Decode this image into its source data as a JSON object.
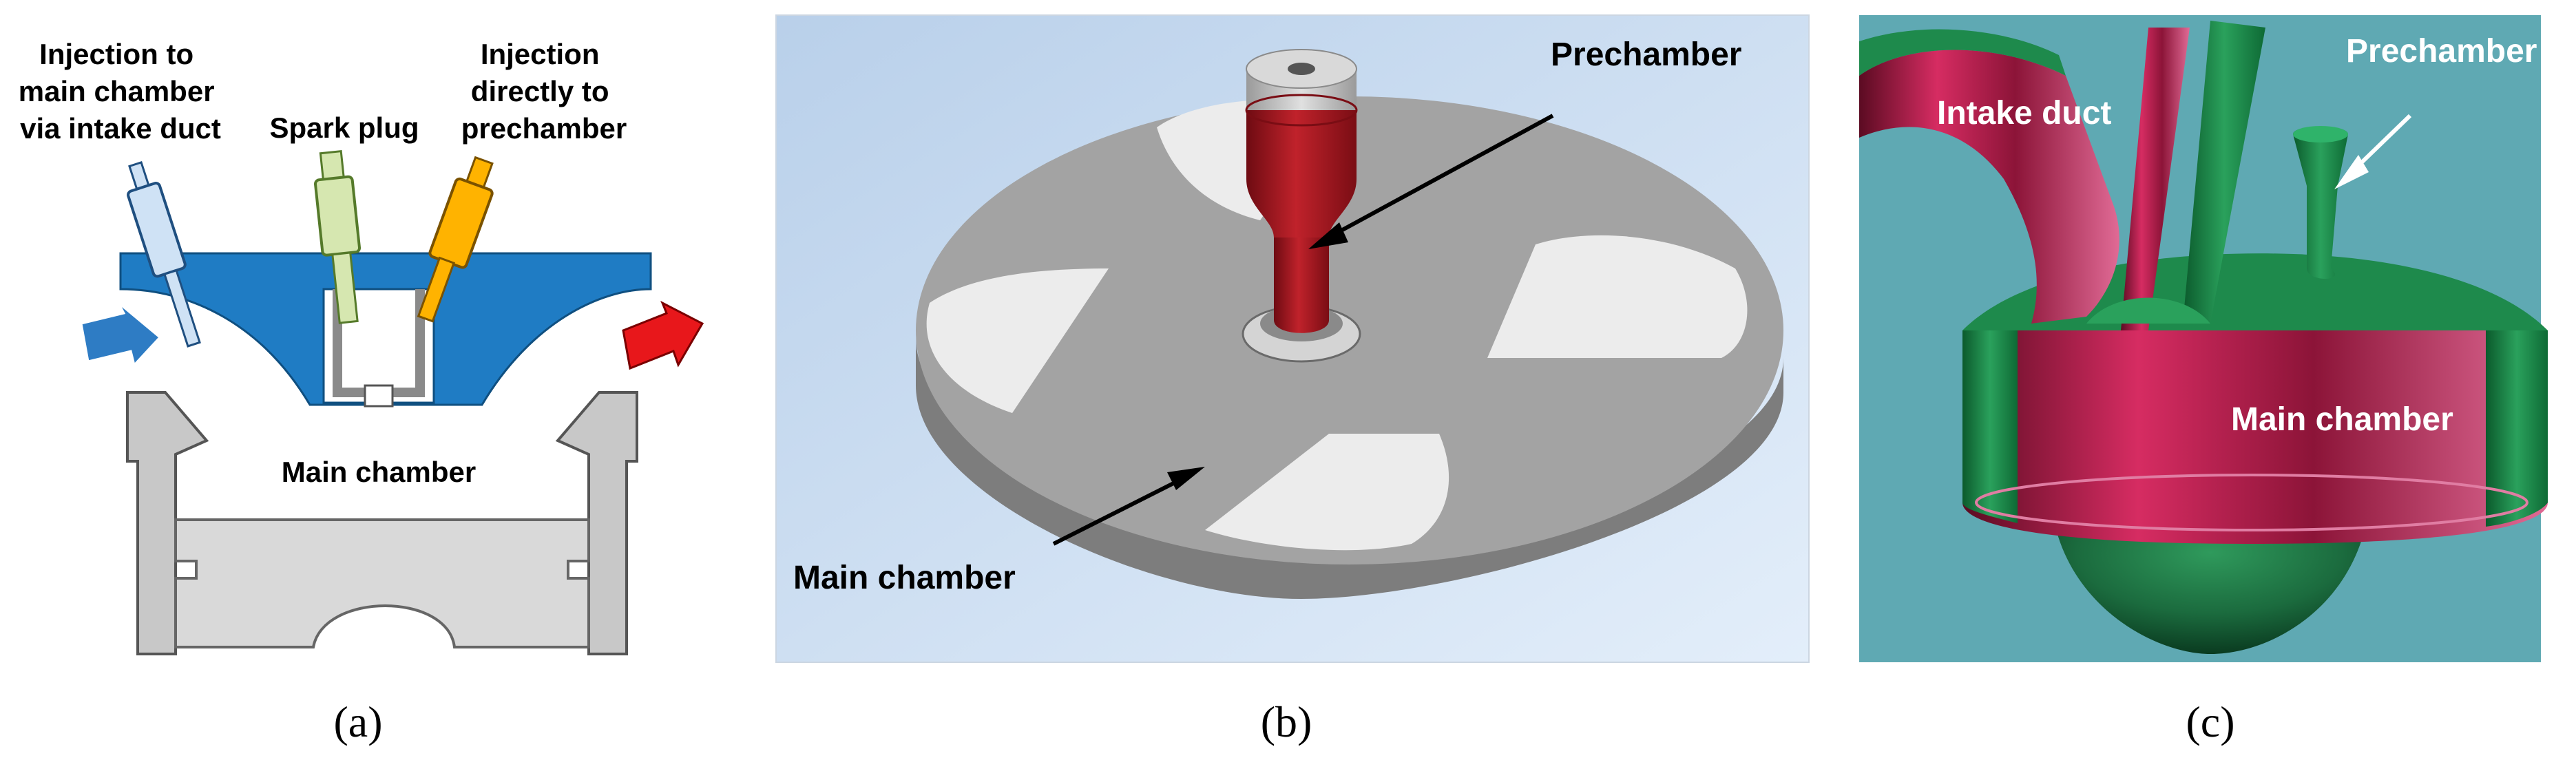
{
  "panel_a": {
    "label_injection_main": [
      "Injection to",
      "main chamber",
      "via intake duct"
    ],
    "label_spark_plug": "Spark plug",
    "label_injection_pre": [
      "Injection",
      "directly to",
      "prechamber"
    ],
    "label_main_chamber": "Main chamber",
    "caption": "(a)"
  },
  "panel_b": {
    "label_prechamber": "Prechamber",
    "label_main_chamber": "Main chamber",
    "caption": "(b)"
  },
  "panel_c": {
    "label_intake_duct": "Intake duct",
    "label_prechamber": "Prechamber",
    "label_main_chamber": "Main chamber",
    "caption": "(c)"
  },
  "colors": {
    "head_blue": "#1f7cc4",
    "injector_main": "#cfe2f5",
    "spark_plug": "#d6e7b0",
    "injector_pre": "#ffb300",
    "exhaust_arrow": "#e8171b",
    "intake_arrow": "#2e7cc4",
    "disc_gray": "#a3a3a3",
    "prechamber_red": "#a3121b",
    "render_bg": "#5fa9b3",
    "render_green": "#1e8a4c",
    "render_pink": "#c21e53"
  }
}
